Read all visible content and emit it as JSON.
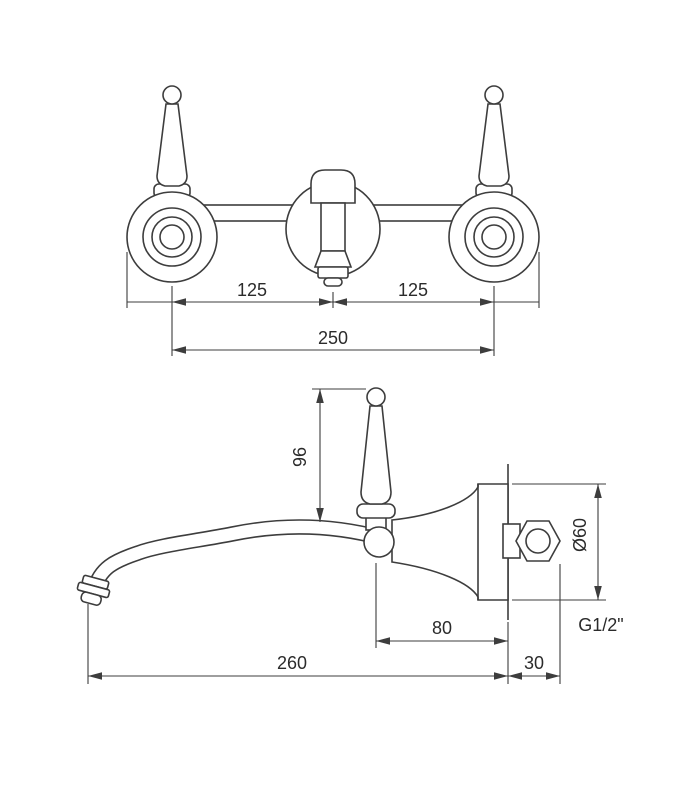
{
  "colors": {
    "line": "#3d3d3d",
    "background": "#ffffff"
  },
  "front_view": {
    "dim_left_pitch": "125",
    "dim_right_pitch": "125",
    "dim_total_pitch": "250"
  },
  "side_view": {
    "dim_handle_height": "96",
    "dim_axis_to_wall": "80",
    "dim_flange_diameter": "Ø60",
    "dim_thread_size": "G1/2\"",
    "dim_spout_reach": "260",
    "dim_thread_length": "30"
  }
}
